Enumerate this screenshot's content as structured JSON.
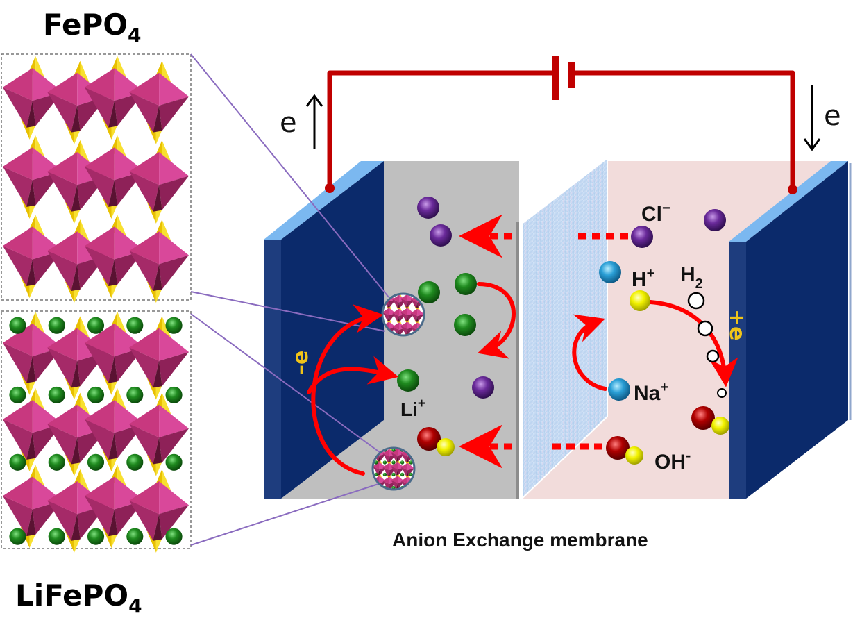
{
  "title_top": {
    "main": "FePO",
    "sub": "4"
  },
  "title_bottom": {
    "main": "LiFePO",
    "sub": "4"
  },
  "caption": "Anion Exchange membrane",
  "circuit": {
    "left_electron_label": "e",
    "right_electron_label": "e",
    "left_arrow_direction": "up",
    "right_arrow_direction": "down"
  },
  "electrode_labels": {
    "left": "–e",
    "right": "+e"
  },
  "ions": {
    "chloride": {
      "main": "Cl",
      "sup": "−"
    },
    "proton": {
      "main": "H",
      "sup": "+"
    },
    "hydrogen": {
      "main": "H",
      "sub": "2"
    },
    "sodium": {
      "main": "Na",
      "sup": "+"
    },
    "hydroxide": {
      "main": "OH",
      "sup": "-"
    },
    "lithium": {
      "main": "Li",
      "sup": "+"
    }
  },
  "colors": {
    "wire": "#c00000",
    "electrode_dark": "#0b2a6b",
    "electrode_edge": "#1e3d7e",
    "electrode_top": "#7bb8f0",
    "left_chamber": "#bfbfbf",
    "right_chamber": "#f2dcdb",
    "membrane": "#c8dcf2",
    "arrow_red": "#ff0000",
    "electron_gold": "#f0c419",
    "li_green": "#1f8a1f",
    "cl_purple": "#6a2a9a",
    "na_blue": "#2a9fd6",
    "o_red": "#b00000",
    "h_yellow": "#f2f200",
    "fe_magenta": "#c8387f",
    "p_yellow": "#e8c000",
    "callout_line": "#8a6bbf"
  }
}
